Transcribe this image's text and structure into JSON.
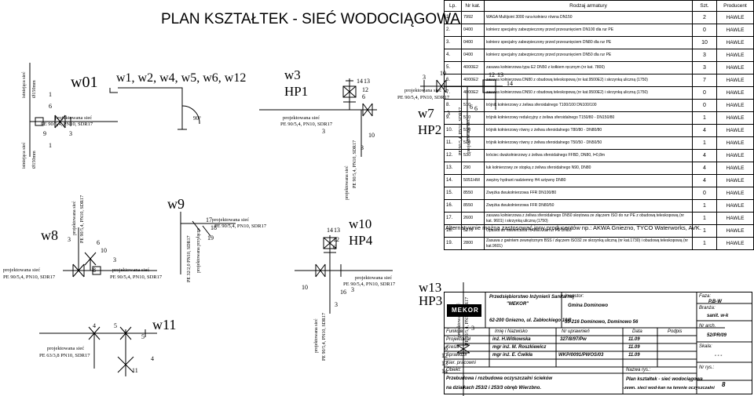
{
  "drawing": {
    "title": "PLAN   KSZTAŁTEK - SIEĆ WODOCIĄGOWA",
    "pipe_label": "projektowana sieć",
    "pipe_spec": "PE 90/5,4, PN10, SDR17",
    "pipe_spec_w11": "PE 63/3,8 PN10, SDR17",
    "pipe_spec_w9": "PE 32/2,0 PN10, SDR17",
    "pipe_label_w9": "projektowana przyłącze",
    "exist_pipe_label": "istniejąca sieć",
    "exist_pipe_spec": "Ø150mm",
    "node_labels": {
      "w01": "w01",
      "w_group": "w1, w2, w4, w5, w6, w12",
      "w3": "w3",
      "hp1": "HP1",
      "w7": "w7",
      "hp2": "HP2",
      "w8": "w8",
      "w9": "w9",
      "w10": "w10",
      "hp4": "HP4",
      "w11": "w11",
      "w13": "w13",
      "hp3": "HP3"
    },
    "angle_label": "90°",
    "fitting_numbers": [
      "1",
      "6",
      "9",
      "3",
      "1",
      "3",
      "14",
      "13",
      "12",
      "6",
      "3",
      "10",
      "3",
      "10",
      "6",
      "12",
      "13",
      "14",
      "6",
      "3",
      "3",
      "6",
      "10",
      "8",
      "3",
      "17",
      "18",
      "19",
      "14",
      "13",
      "12",
      "6",
      "10",
      "16",
      "3",
      "3",
      "4",
      "5",
      "5",
      "11",
      "4",
      "6",
      "12",
      "13",
      "14",
      "3"
    ]
  },
  "parts_table": {
    "headers": {
      "lp": "Lp.",
      "nr_kat": "Nr\nkat.",
      "rodzaj": "Rodzaj armatury",
      "szt": "Szt.",
      "producent": "Producent"
    },
    "rows": [
      {
        "lp": "1.",
        "kat": "7992",
        "name": "WAGA Multijoint 3000 rura-kołnierz równa DN150",
        "szt": "2",
        "prod": "HAWLE"
      },
      {
        "lp": "2.",
        "kat": "0400",
        "name": "kołnierz specjalny zabezpieczony przed przesunięciem DN100 dla rur PE",
        "szt": "0",
        "prod": "HAWLE"
      },
      {
        "lp": "3.",
        "kat": "0400",
        "name": "kołnierz specjalny zabezpieczony przed przesunięciem DN80 dla rur PE",
        "szt": "10",
        "prod": "HAWLE"
      },
      {
        "lp": "4.",
        "kat": "0400",
        "name": "kołnierz specjalny zabezpieczony przed przesunięciem DN50 dla rur PE",
        "szt": "3",
        "prod": "HAWLE"
      },
      {
        "lp": "5.",
        "kat": "4000E2",
        "name": "zasuwa kołnierzowa typu E2 DN50 z kołkiem ręcznym (nr kat. 7800)",
        "szt": "3",
        "prod": "HAWLE"
      },
      {
        "lp": "6.",
        "kat": "4000E2",
        "name": "zasuwa kołnierzowa DN80 z obudową teleskopową (nr kat.9500E2) i skrzynką uliczną (1750)",
        "szt": "7",
        "prod": "HAWLE"
      },
      {
        "lp": "7.",
        "kat": "4000E2",
        "name": "zasuwa kołnierzowa DN50 z obudową teleskopową (nr kat.9500E2) i skrzynką uliczną (1750)",
        "szt": "0",
        "prod": "HAWLE"
      },
      {
        "lp": "8.",
        "kat": "510",
        "name": "trójnik kołnierzowy z żeliwa sferoidalnego T100/100 DN100/100",
        "szt": "0",
        "prod": "HAWLE"
      },
      {
        "lp": "9.",
        "kat": "510",
        "name": "trójnik kołnierzowy redukcyjny z żeliwa sferoidalnego T150/80 - DN150/80",
        "szt": "1",
        "prod": "HAWLE"
      },
      {
        "lp": "10.",
        "kat": "510",
        "name": "trójnik kołnierzowy równy z żeliwa sferoidalnego T80/80 - DN80/80",
        "szt": "4",
        "prod": "HAWLE"
      },
      {
        "lp": "11.",
        "kat": "510",
        "name": "trójnik kołnierzowy równy z żeliwa sferoidalnego T50/50 - DN50/50",
        "szt": "1",
        "prod": "HAWLE"
      },
      {
        "lp": "12.",
        "kat": "530",
        "name": "króciec dwukołnierzowy z żeliwa sferoidalnego FFBD, DN80, l=0,8m",
        "szt": "4",
        "prod": "HAWLE"
      },
      {
        "lp": "13.",
        "kat": "290",
        "name": "łuk kołnierzowy ze stopką z żeliwa sferoidalnego N90, DN80",
        "szt": "4",
        "prod": "HAWLE"
      },
      {
        "lp": "14.",
        "kat": "5051HM",
        "name": "zwężny hydrant nadziemny H4 sztywny DN80",
        "szt": "4",
        "prod": "HAWLE"
      },
      {
        "lp": "15.",
        "kat": "8550",
        "name": "Zwężka dwukołnierzowa FFR DN100/80",
        "szt": "0",
        "prod": "HAWLE"
      },
      {
        "lp": "16.",
        "kat": "8550",
        "name": "Zwężka dwukołnierzowa FFR DN80/50",
        "szt": "1",
        "prod": "HAWLE"
      },
      {
        "lp": "17.",
        "kat": "2600",
        "name": "zasuwa kołnierzowa z żeliwa sferoidalnego DN50 skrętowa ze złączem ISO do rur PE z obudową teleskopową (nr kat. 9601) i skrzynką uliczną (1750)",
        "szt": "1",
        "prod": "HAWLE"
      },
      {
        "lp": "18.",
        "kat": "5270",
        "name": "Opaska do nawiercania HAWEX do rur PE DN80",
        "szt": "1",
        "prod": "HAWLE"
      },
      {
        "lp": "19.",
        "kat": "2800",
        "name": "Zasuwa z gwintem zewnętrznym BSS / złączem ISO32 ze skrzynką uliczną (nr kat.1730) i obudową teleskopową (nr kat.9601)",
        "szt": "1",
        "prod": "HAWLE"
      }
    ]
  },
  "alternative_note": "Alternatywnie można zastosować inny producentów np.: AKWA Gniezno, TYCO Waterworks, AVK.",
  "title_block": {
    "logo": "MEKOR",
    "company_line1": "Przedsiębiorstwo Inżynierii Sanitarnej",
    "company_line2": "\"MEKOR\"",
    "company_address": "62-200 Gniezno, ul. Zabłockiego 10/8",
    "investor_label": "Inwestor:",
    "investor_name": "Gmina Dominowo",
    "investor_address": "55-216 Dominowo, Dominowo 56",
    "phase_label": "Faza:",
    "phase_value": "P.B-W",
    "branch_label": "Branża:",
    "branch_value": "sanit. w-k",
    "archive_label": "Nr arch.",
    "archive_value": "52/PR/09",
    "scale_label": "Skala:",
    "scale_value": "- - -",
    "drawing_no_label": "Nr rys.:",
    "drawing_no_value": "8",
    "head_function": "Funkcja",
    "head_name": "Imię i Nazwisko",
    "head_license": "Nr uprawnień",
    "head_date": "Data",
    "head_sign": "Podpis",
    "rows": [
      {
        "role": "Projektował",
        "name": "inż. H.Witkowska",
        "license": "327/8/97/Pw",
        "date": "11.09"
      },
      {
        "role": "Kreślił",
        "name": "mgr inż. M. Roszkiewicz",
        "license": "",
        "date": "11.09"
      },
      {
        "role": "Sprawdził",
        "name": "mgr inż. E. Ćwikła",
        "license": "WKP/0091/PWOS/03",
        "date": "11.09"
      },
      {
        "role": "Kier. pracowni",
        "name": "",
        "license": "",
        "date": ""
      }
    ],
    "object_label": "Obiekt:",
    "object_line1": "Przebudowa i rozbudowa oczyszczalni ścieków",
    "object_line2": "na działkach 253/2 i 253/3 obręb Wierzbno.",
    "drawing_name_label": "Nazwa rys.:",
    "drawing_name_line1": "Plan kształtek - sieć wodociągowa",
    "drawing_name_line2": "-zewn. sieci wod-kan na terenie oczyszczalni"
  }
}
